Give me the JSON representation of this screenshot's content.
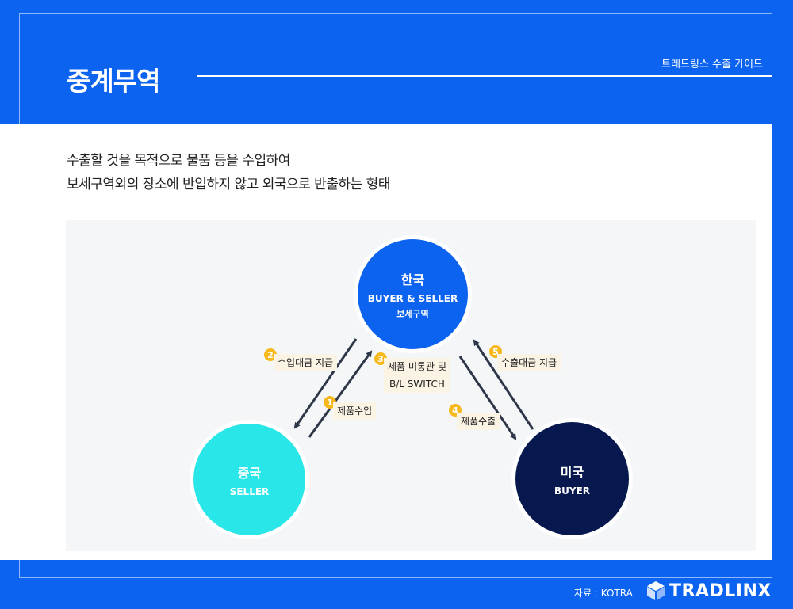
{
  "header": {
    "title": "중계무역",
    "guide_label": "트레드링스 수출 가이드"
  },
  "description": {
    "line1": "수출할 것을 목적으로 물품 등을 수입하여",
    "line2": "보세구역외의 장소에 반입하지 않고 외국으로 반출하는 형태"
  },
  "nodes": {
    "korea": {
      "name": "한국",
      "role": "BUYER & SELLER",
      "zone": "보세구역"
    },
    "china": {
      "name": "중국",
      "role": "SELLER"
    },
    "usa": {
      "name": "미국",
      "role": "BUYER"
    }
  },
  "steps": [
    {
      "num": "1",
      "label": "제품수입"
    },
    {
      "num": "2",
      "label": "수입대금 지급"
    },
    {
      "num": "3",
      "label_line1": "제품 미통관 및",
      "label_line2": "B/L SWITCH"
    },
    {
      "num": "4",
      "label": "제품수출"
    },
    {
      "num": "5",
      "label": "수출대금 지급"
    }
  ],
  "colors": {
    "brand_blue": "#0b63f0",
    "korea_node": "#0b63f0",
    "china_node": "#29e6e8",
    "usa_node": "#07184f",
    "step_badge": "#f6b81c",
    "arrow": "#2e3748"
  },
  "footer": {
    "source": "자료 : KOTRA",
    "logo_text": "TRADLINX",
    "logo_icon": "cube-icon"
  }
}
